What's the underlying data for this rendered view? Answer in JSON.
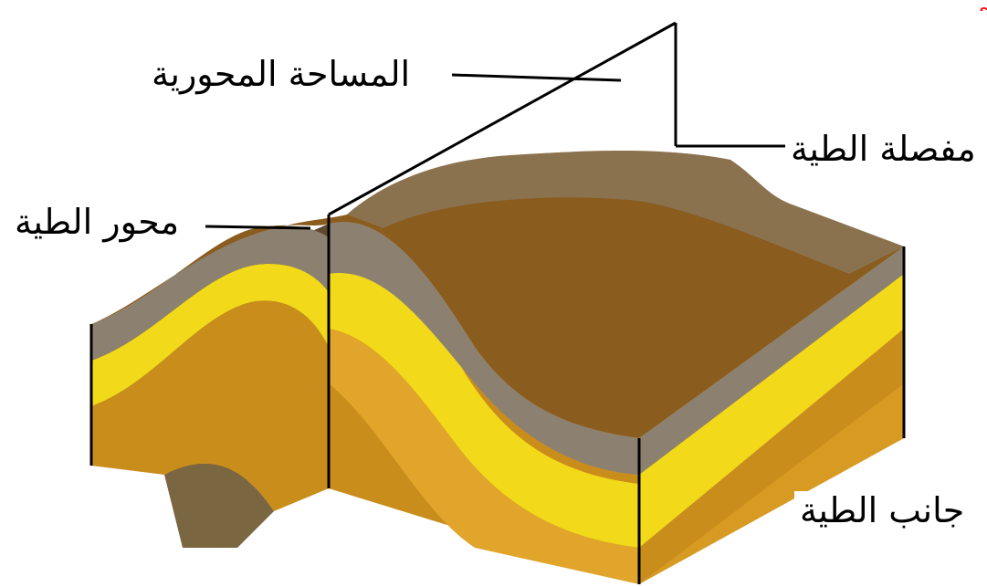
{
  "labels": {
    "axial_plane": "المساحة المحورية",
    "fold_hinge": "مفصلة الطية",
    "fold_axis": "محور الطية",
    "fold_limb": "جانب الطية"
  },
  "corner_mark": "ي",
  "colors": {
    "top_surface": "#8a5c1e",
    "gray_layer": "#8c8070",
    "yellow_layer": "#f2d91a",
    "orange_layer": "#d79a22",
    "dark_layer": "#6b5a3a",
    "label_text": "#000000",
    "corner_mark": "#ff0000"
  }
}
